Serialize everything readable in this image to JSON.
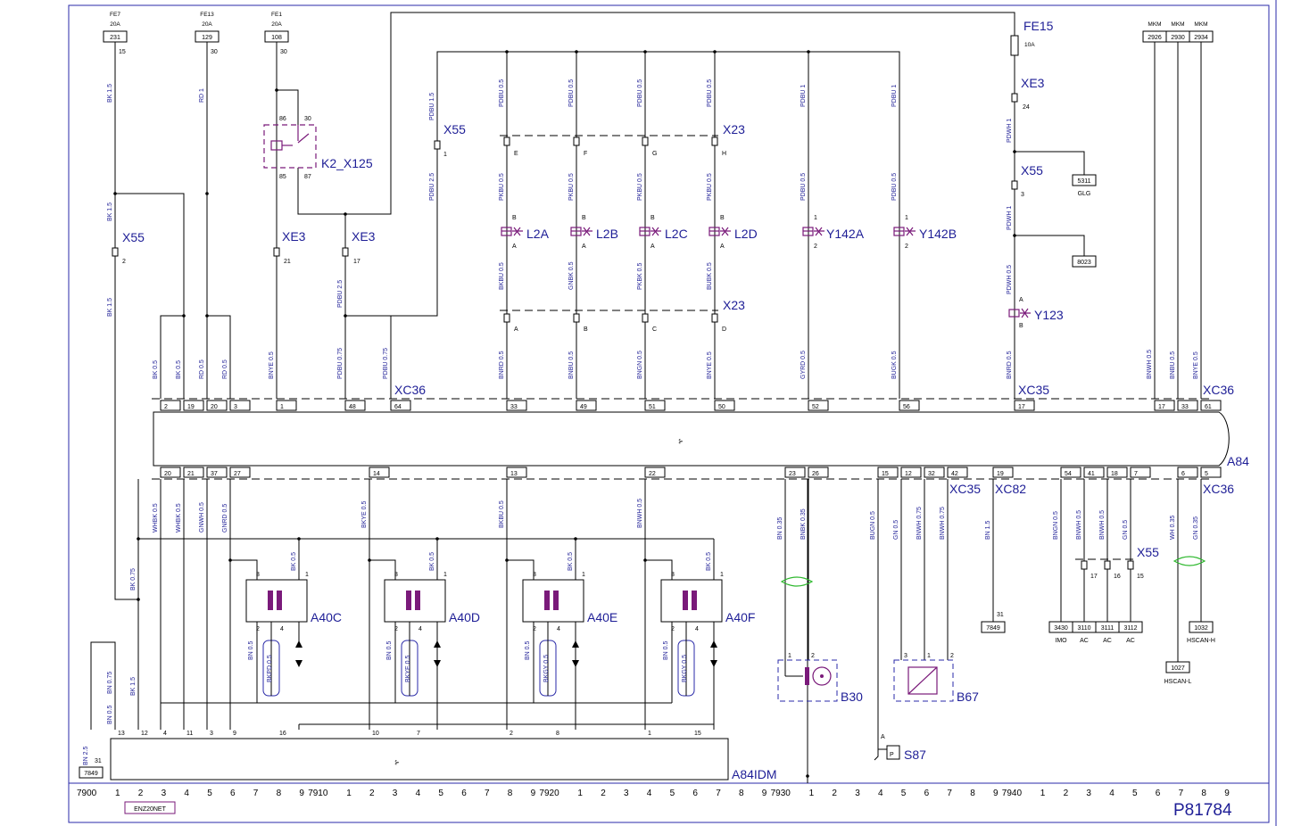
{
  "drawing_number": "P81784",
  "fuses": {
    "fe7": {
      "name": "FE7",
      "rating": "20A",
      "ref": "231",
      "pin": "15"
    },
    "fe13": {
      "name": "FE13",
      "rating": "20A",
      "ref": "129",
      "pin": "30"
    },
    "fe1": {
      "name": "FE1",
      "rating": "20A",
      "ref": "108",
      "pin": "30"
    },
    "fe15": {
      "name": "FE15",
      "rating": "10A"
    }
  },
  "mkm": {
    "label": "MKM",
    "refs": [
      "2926",
      "2930",
      "2934"
    ]
  },
  "relay": {
    "name": "K2_X125",
    "pins": [
      "86",
      "30",
      "85",
      "87"
    ]
  },
  "connectors": {
    "x55": "X55",
    "xe3": "XE3",
    "x23": "X23",
    "xc36": "XC36",
    "xc35": "XC35",
    "xc82": "XC82"
  },
  "valves": [
    "L2A",
    "L2B",
    "L2C",
    "L2D",
    "Y142A",
    "Y142B"
  ],
  "y123": "Y123",
  "ref_boxes": {
    "b5311": "5311",
    "glg": "GLG",
    "b8023": "8023",
    "b7849": "7849",
    "b7849b": "7849"
  },
  "modules": {
    "a84": "A84",
    "a84idm": "A84IDM",
    "a40": [
      "A40C",
      "A40D",
      "A40E",
      "A40F"
    ]
  },
  "components": {
    "b30": "B30",
    "b67": "B67",
    "s87": "S87",
    "s87_pin": "A"
  },
  "right_boxes": [
    {
      "ref": "3430",
      "sub": "IMO"
    },
    {
      "ref": "3110",
      "sub": "AC"
    },
    {
      "ref": "3111",
      "sub": "AC"
    },
    {
      "ref": "3112",
      "sub": "AC"
    }
  ],
  "can_boxes": [
    {
      "ref": "1032",
      "sub": "HSCAN-H"
    },
    {
      "ref": "1027",
      "sub": "HSCAN-L"
    }
  ],
  "enz": "ENZ20NET",
  "grid": {
    "groups": [
      "7900",
      "7910",
      "7920",
      "7930",
      "7940"
    ],
    "digits": [
      "1",
      "2",
      "3",
      "4",
      "5",
      "6",
      "7",
      "8",
      "9"
    ]
  },
  "wire_labels": {
    "bk15a": "BK 1.5",
    "rd1": "RD 1",
    "pdbu15": "PDBU 1.5",
    "pdbu05": "PDBU 0.5",
    "pdbu1": "PDBU 1",
    "pdwh1": "PDWH 1",
    "bk15b": "BK 1.5",
    "pdbu25": "PDBU 2.5",
    "pkbu05": "PKBU 0.5",
    "bkbu05": "BKBU 0.5",
    "gnbk05": "GNBK 0.5",
    "pkbk05": "PKBK 0.5",
    "bubk05": "BUBK 0.5",
    "pdwh05": "PDWH 0.5",
    "pdbu075": "PDBU 0.75",
    "bk05": "BK 0.5",
    "rd05": "RD 0.5",
    "bnye05": "BNYE 0.5",
    "bnrd05": "BNRD 0.5",
    "bnbu05": "BNBU 0.5",
    "bngn05": "BNGN 0.5",
    "gyrd05": "GYRD 0.5",
    "bugk05": "BUGK 0.5",
    "bnwh05": "BNWH 0.5",
    "whbk05": "WHBK 0.5",
    "gnwh05": "GNWH 0.5",
    "gnrd05": "GNRD 0.5",
    "bkye05": "BKYE 0.5",
    "bkbu05b": "BKBU 0.5",
    "bnwh05b": "BNWH 0.5",
    "bn035": "BN 0.35",
    "bnbk035": "BNBK 0.35",
    "bugn05": "BUGN 0.5",
    "gn05": "GN 0.5",
    "bnwh075": "BNWH 0.75",
    "bn15": "BN 1.5",
    "bngn05b": "BNGN 0.5",
    "bnwh05c": "BNWH 0.5",
    "gn05b": "GN 0.5",
    "wh035": "WH 0.35",
    "gn035": "GN 0.35",
    "bk075": "BK 0.75",
    "bn075": "BN 0.75",
    "bn05": "BN 0.5",
    "bn25": "BN 2.5",
    "bkpd05": "BKPD 0.5",
    "bkye05b": "BKYE 0.5",
    "bkgy05": "BKGY 0.5",
    "bkgy05b": "BKGY 0.5"
  },
  "xc36_top_pins": [
    "2",
    "19",
    "20",
    "3",
    "1",
    "48",
    "64",
    "33",
    "49",
    "51",
    "50",
    "52",
    "56",
    "17",
    "17",
    "33",
    "61"
  ],
  "xc_bot_pins": [
    "20",
    "21",
    "37",
    "27",
    "14",
    "13",
    "22",
    "23",
    "26",
    "15",
    "12",
    "32",
    "42",
    "19",
    "54",
    "41",
    "18",
    "7",
    "6",
    "5"
  ],
  "idm_pins": [
    "13",
    "12",
    "4",
    "11",
    "3",
    "9",
    "16",
    "10",
    "7",
    "2",
    "8",
    "1",
    "15"
  ],
  "a40_pins": [
    "3",
    "1",
    "2",
    "4"
  ],
  "x23_pins_top": [
    "E",
    "F",
    "G",
    "H"
  ],
  "x23_pins_bot": [
    "A",
    "B",
    "C",
    "D"
  ],
  "valve_pins": [
    "B",
    "A",
    "1",
    "2"
  ]
}
